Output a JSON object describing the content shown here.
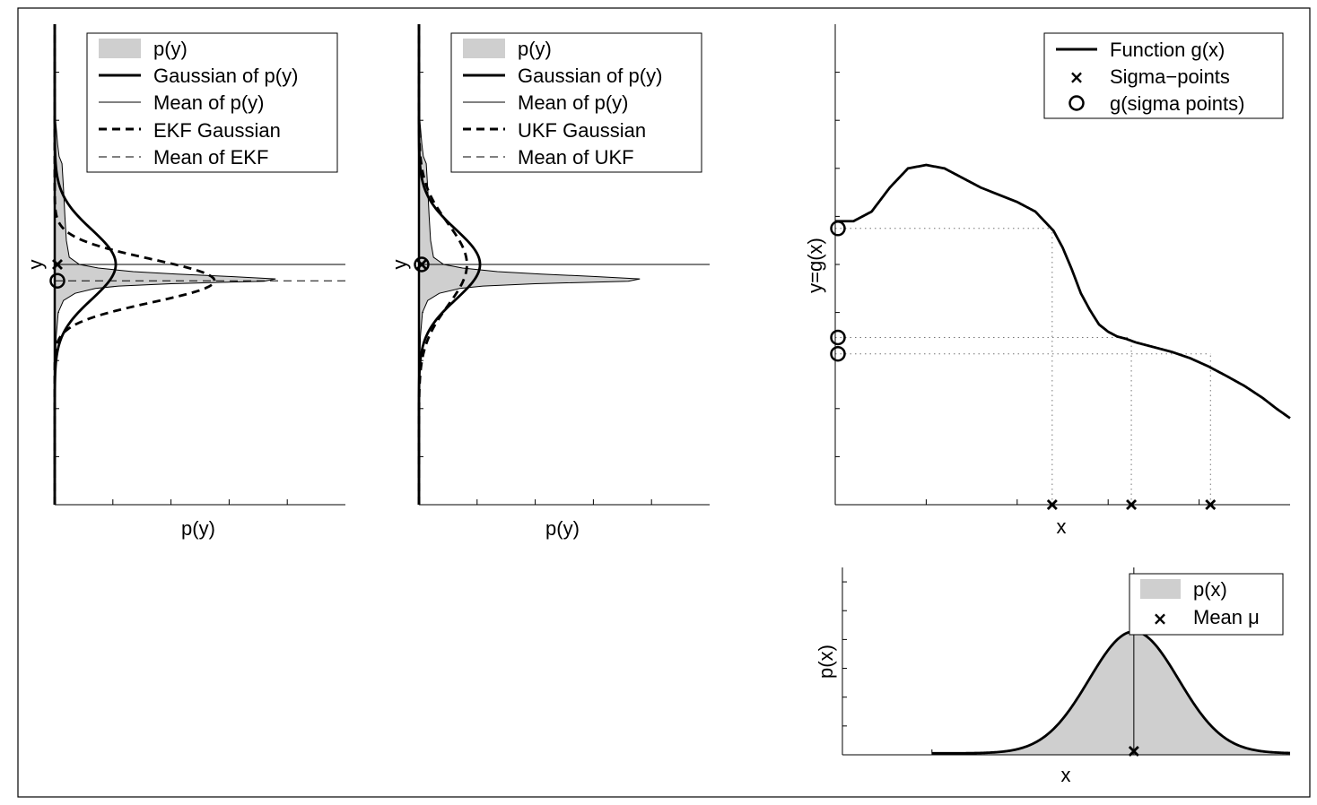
{
  "chart_data": [
    {
      "id": "ekf_panel",
      "type": "line",
      "xlabel": "p(y)",
      "ylabel": "y",
      "legend": [
        "p(y)",
        "Gaussian of p(y)",
        "Mean of p(y)",
        "EKF Gaussian",
        "Mean of EKF"
      ],
      "legend_position": "top-right",
      "grid": false,
      "xlim": [
        0,
        1.0
      ],
      "ylim": [
        -1.0,
        1.0
      ],
      "true_mean_y": 0.0,
      "ekf_mean_y": -0.068,
      "gaussian_sigma": 0.145,
      "gaussian_peak": 0.21,
      "ekf_sigma": 0.09,
      "ekf_peak": 0.55,
      "py": {
        "y": [
          -0.9,
          -0.5,
          -0.3,
          -0.2,
          -0.15,
          -0.12,
          -0.1,
          -0.09,
          -0.08,
          -0.07,
          -0.06,
          -0.05,
          -0.04,
          -0.03,
          -0.015,
          0.0,
          0.03,
          0.1,
          0.2,
          0.32,
          0.42,
          0.45,
          0.5,
          0.6,
          0.9
        ],
        "px": [
          0.0,
          0.001,
          0.005,
          0.012,
          0.03,
          0.07,
          0.14,
          0.22,
          0.4,
          0.72,
          0.76,
          0.6,
          0.42,
          0.27,
          0.15,
          0.085,
          0.05,
          0.04,
          0.035,
          0.03,
          0.025,
          0.015,
          0.01,
          0.003,
          0.0
        ]
      },
      "mean_of_py_point": {
        "x": 0.0,
        "y": 0.0
      },
      "mean_of_ekf_point": {
        "x": 0.0,
        "y": -0.068
      }
    },
    {
      "id": "ukf_panel",
      "type": "line",
      "xlabel": "p(y)",
      "ylabel": "y",
      "legend": [
        "p(y)",
        "Gaussian of p(y)",
        "Mean of p(y)",
        "UKF Gaussian",
        "Mean of UKF"
      ],
      "legend_position": "top-right",
      "grid": false,
      "xlim": [
        0,
        1.0
      ],
      "ylim": [
        -1.0,
        1.0
      ],
      "true_mean_y": 0.0,
      "ukf_mean_y": 0.0,
      "gaussian_sigma": 0.145,
      "gaussian_peak": 0.21,
      "ukf_sigma": 0.17,
      "ukf_peak": 0.165,
      "py": {
        "y": [
          -0.9,
          -0.5,
          -0.3,
          -0.2,
          -0.15,
          -0.12,
          -0.1,
          -0.09,
          -0.08,
          -0.07,
          -0.06,
          -0.05,
          -0.04,
          -0.03,
          -0.015,
          0.0,
          0.03,
          0.1,
          0.2,
          0.32,
          0.42,
          0.45,
          0.5,
          0.6,
          0.9
        ],
        "px": [
          0.0,
          0.001,
          0.005,
          0.012,
          0.03,
          0.07,
          0.14,
          0.22,
          0.4,
          0.72,
          0.76,
          0.6,
          0.42,
          0.27,
          0.15,
          0.085,
          0.05,
          0.04,
          0.035,
          0.03,
          0.025,
          0.015,
          0.01,
          0.003,
          0.0
        ]
      },
      "mean_of_py_point": {
        "x": 0.0,
        "y": 0.0
      },
      "mean_of_ukf_point": {
        "x": 0.0,
        "y": 0.0
      }
    },
    {
      "id": "function_panel",
      "type": "line",
      "xlabel": "x",
      "ylabel": "y=g(x)",
      "legend": [
        "Function g(x)",
        "Sigma−points",
        "g(sigma points)"
      ],
      "legend_position": "top-right",
      "grid": false,
      "xlim": [
        0,
        1.0
      ],
      "ylim": [
        0,
        1.0
      ],
      "g": {
        "x": [
          0.0,
          0.04,
          0.08,
          0.12,
          0.16,
          0.2,
          0.24,
          0.28,
          0.32,
          0.36,
          0.4,
          0.44,
          0.48,
          0.5,
          0.52,
          0.54,
          0.56,
          0.58,
          0.6,
          0.62,
          0.64,
          0.66,
          0.7,
          0.74,
          0.78,
          0.82,
          0.86,
          0.9,
          0.94,
          0.97,
          1.0
        ],
        "y": [
          0.59,
          0.59,
          0.61,
          0.66,
          0.7,
          0.707,
          0.7,
          0.68,
          0.66,
          0.645,
          0.63,
          0.61,
          0.57,
          0.535,
          0.49,
          0.44,
          0.405,
          0.375,
          0.36,
          0.35,
          0.345,
          0.338,
          0.328,
          0.318,
          0.305,
          0.288,
          0.268,
          0.247,
          0.222,
          0.2,
          0.18
        ]
      },
      "sigma_points_x": [
        0.477,
        0.651,
        0.825
      ],
      "g_sigma_points_y": [
        0.575,
        0.348,
        0.314
      ]
    },
    {
      "id": "px_panel",
      "type": "area",
      "xlabel": "x",
      "ylabel": "p(x)",
      "legend": [
        "p(x)",
        "Mean μ"
      ],
      "legend_position": "top-right",
      "grid": false,
      "xlim": [
        0,
        1.0
      ],
      "ylim": [
        0,
        1.0
      ],
      "mean_mu": 0.651,
      "sigma": 0.1,
      "peak": 0.65
    }
  ]
}
